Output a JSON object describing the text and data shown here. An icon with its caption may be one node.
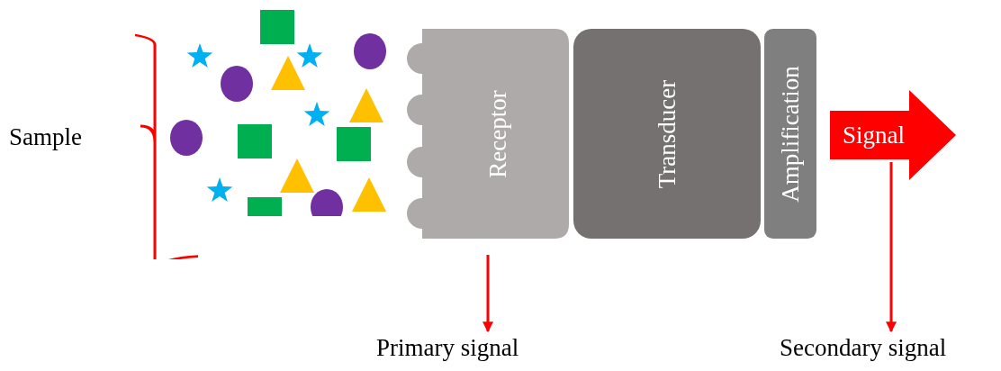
{
  "diagram": {
    "nodes": [
      {
        "text": [
          "Sample"
        ]
      },
      {
        "text": [
          "Receptor"
        ]
      },
      {
        "text": [
          "Transducer"
        ]
      },
      {
        "text": [
          "Amplification"
        ]
      },
      {
        "text": [
          "Signal"
        ]
      },
      {
        "text": [
          "Primary signal"
        ]
      },
      {
        "text": [
          "Secondary signal"
        ]
      }
    ],
    "edges": [
      {
        "from": 1,
        "to": 5,
        "arrow": "to"
      },
      {
        "from": 4,
        "to": 6,
        "arrow": "to"
      }
    ]
  }
}
